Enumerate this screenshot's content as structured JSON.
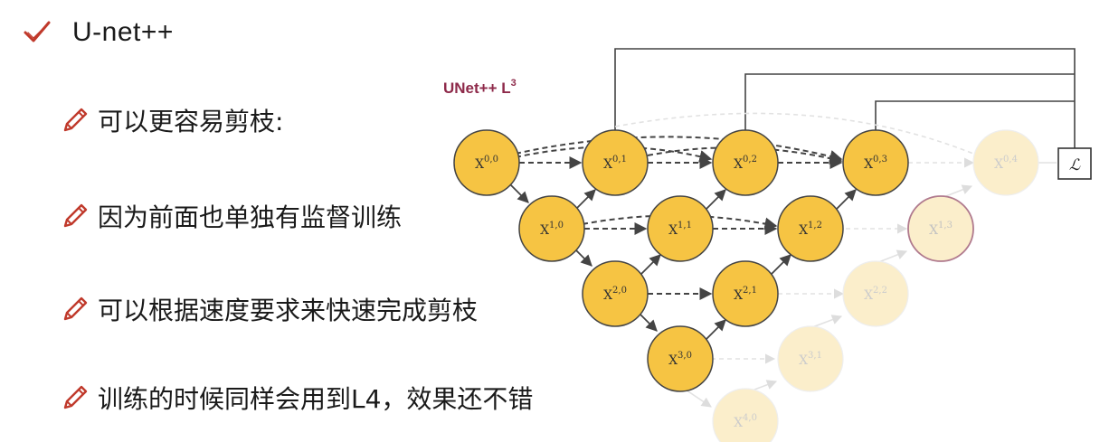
{
  "title": "U-net++",
  "bullets": [
    {
      "text": "可以更容易剪枝:"
    },
    {
      "text": "因为前面也单独有监督训练"
    },
    {
      "text": "可以根据速度要求来快速完成剪枝"
    },
    {
      "text": "训练的时候同样会用到L4，效果还不错"
    }
  ],
  "diagram": {
    "label": "UNet++ L",
    "label_sup": "3",
    "loss_symbol": "ℒ",
    "nodes": [
      {
        "id": "0,0",
        "base": "X",
        "sup": "0,0",
        "active": true
      },
      {
        "id": "0,1",
        "base": "X",
        "sup": "0,1",
        "active": true
      },
      {
        "id": "0,2",
        "base": "X",
        "sup": "0,2",
        "active": true
      },
      {
        "id": "0,3",
        "base": "X",
        "sup": "0,3",
        "active": true
      },
      {
        "id": "0,4",
        "base": "X",
        "sup": "0,4",
        "active": false
      },
      {
        "id": "1,0",
        "base": "X",
        "sup": "1,0",
        "active": true
      },
      {
        "id": "1,1",
        "base": "X",
        "sup": "1,1",
        "active": true
      },
      {
        "id": "1,2",
        "base": "X",
        "sup": "1,2",
        "active": true
      },
      {
        "id": "1,3",
        "base": "X",
        "sup": "1,3",
        "active": false,
        "outlined": true
      },
      {
        "id": "2,0",
        "base": "X",
        "sup": "2,0",
        "active": true
      },
      {
        "id": "2,1",
        "base": "X",
        "sup": "2,1",
        "active": true
      },
      {
        "id": "2,2",
        "base": "X",
        "sup": "2,2",
        "active": false
      },
      {
        "id": "3,0",
        "base": "X",
        "sup": "3,0",
        "active": true
      },
      {
        "id": "3,1",
        "base": "X",
        "sup": "3,1",
        "active": false
      },
      {
        "id": "4,0",
        "base": "X",
        "sup": "4,0",
        "active": false
      }
    ]
  },
  "colors": {
    "check": "#c0392b",
    "pencil": "#c0392b",
    "node_fill": "#f6c443",
    "node_stroke": "#444444",
    "faded_fill": "#fbeecb",
    "label": "#8e2a4a",
    "outlined_stroke": "#b07a8e"
  },
  "icons": {
    "title": "check-icon",
    "bullet": "pencil-icon"
  }
}
